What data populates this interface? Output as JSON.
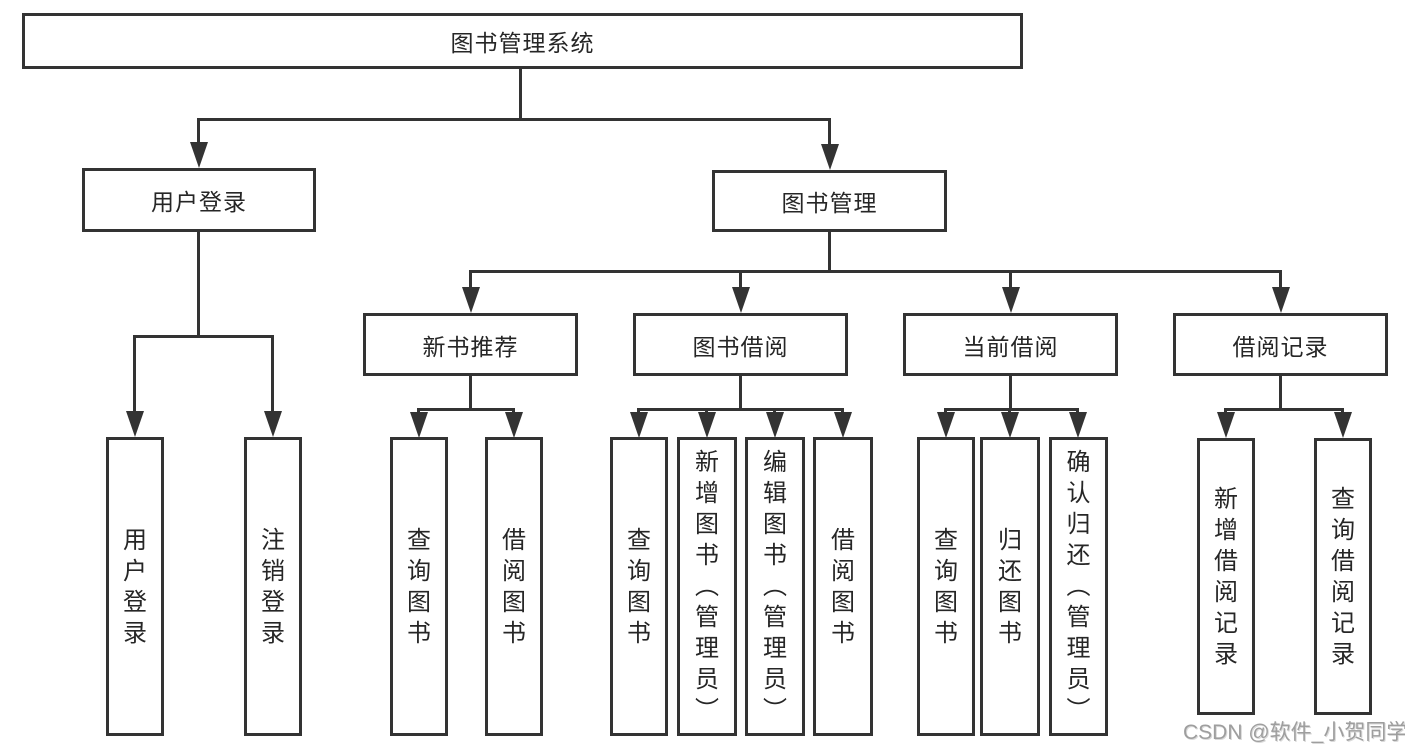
{
  "diagram": {
    "root": {
      "label": "图书管理系统"
    },
    "branches": [
      {
        "label": "用户登录",
        "children": [
          {
            "label": "用户登录"
          },
          {
            "label": "注销登录"
          }
        ]
      },
      {
        "label": "图书管理",
        "children": [
          {
            "label": "新书推荐",
            "children": [
              {
                "label": "查询图书"
              },
              {
                "label": "借阅图书"
              }
            ]
          },
          {
            "label": "图书借阅",
            "children": [
              {
                "label": "查询图书"
              },
              {
                "label": "新增图书（管理员）"
              },
              {
                "label": "编辑图书（管理员）"
              },
              {
                "label": "借阅图书"
              }
            ]
          },
          {
            "label": "当前借阅",
            "children": [
              {
                "label": "查询图书"
              },
              {
                "label": "归还图书"
              },
              {
                "label": "确认归还（管理员）"
              }
            ]
          },
          {
            "label": "借阅记录",
            "children": [
              {
                "label": "新增借阅记录"
              },
              {
                "label": "查询借阅记录"
              }
            ]
          }
        ]
      }
    ]
  },
  "watermark": {
    "text": "CSDN @软件_小贺同学"
  },
  "colors": {
    "line": "#333333",
    "text": "#262626",
    "watermark_gray": "#9e9e9e",
    "background": "#ffffff"
  }
}
